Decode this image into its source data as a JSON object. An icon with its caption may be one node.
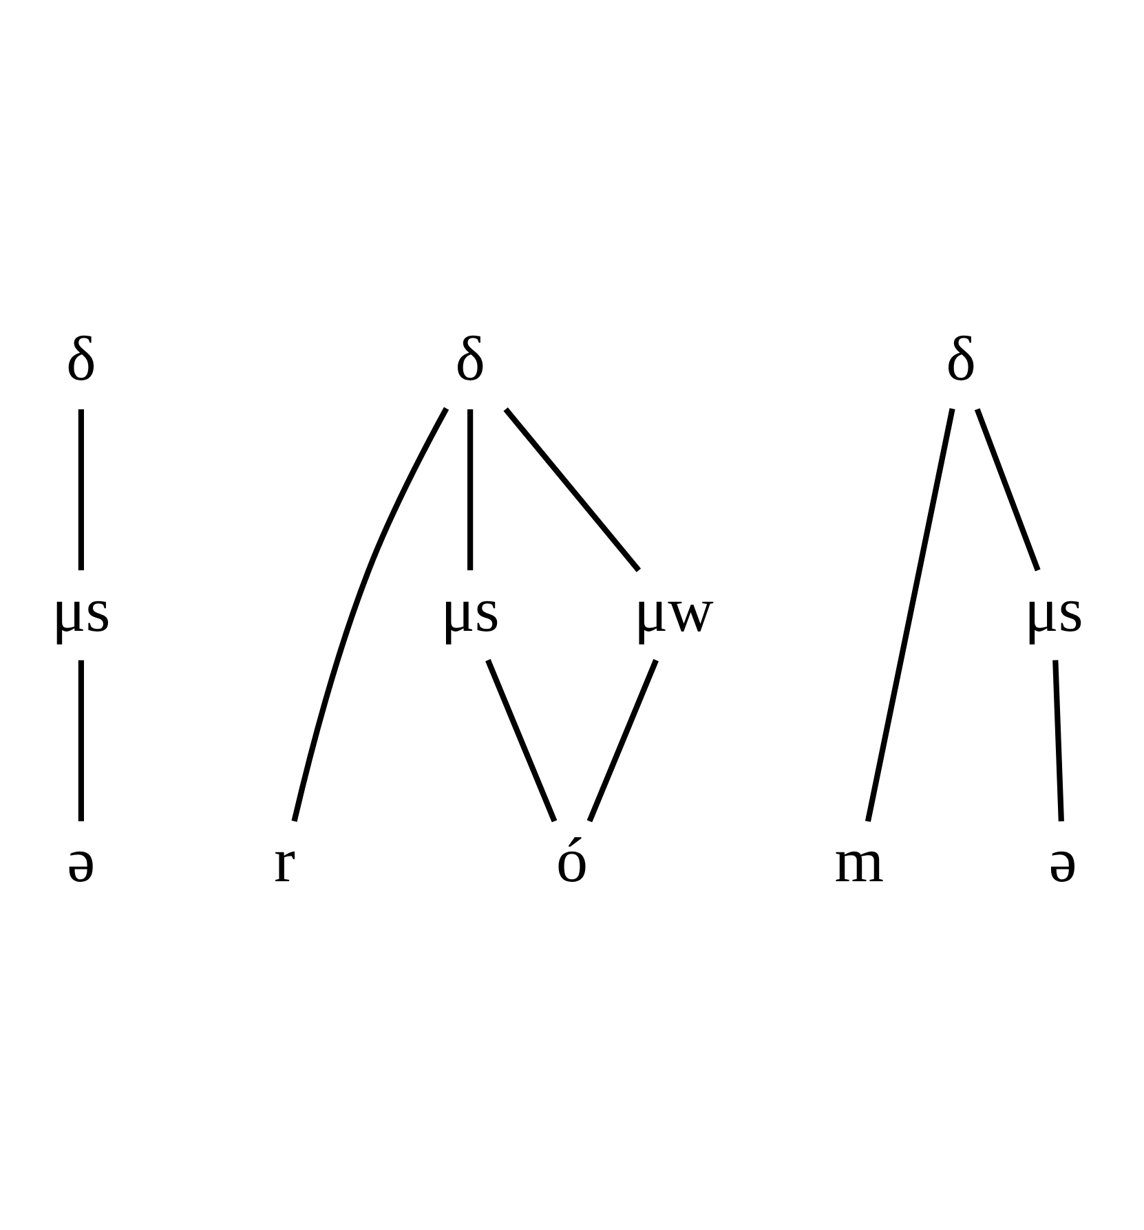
{
  "diagram": {
    "nodes": [
      {
        "text": [
          "δ"
        ]
      },
      {
        "text": [
          "δ"
        ]
      },
      {
        "text": [
          "δ"
        ]
      },
      {
        "text": [
          "μs"
        ]
      },
      {
        "text": [
          "μs"
        ]
      },
      {
        "text": [
          "μw"
        ]
      },
      {
        "text": [
          "μs"
        ]
      },
      {
        "text": [
          "ə"
        ]
      },
      {
        "text": [
          "r"
        ]
      },
      {
        "text": [
          "ó"
        ]
      },
      {
        "text": [
          "m"
        ]
      },
      {
        "text": [
          "ə"
        ]
      }
    ],
    "edges": [
      {
        "from": 0,
        "to": 3,
        "arrow": "none"
      },
      {
        "from": 3,
        "to": 7,
        "arrow": "none"
      },
      {
        "from": 1,
        "to": 8,
        "arrow": "none"
      },
      {
        "from": 1,
        "to": 4,
        "arrow": "none"
      },
      {
        "from": 1,
        "to": 5,
        "arrow": "none"
      },
      {
        "from": 4,
        "to": 9,
        "arrow": "none"
      },
      {
        "from": 5,
        "to": 9,
        "arrow": "none"
      },
      {
        "from": 2,
        "to": 10,
        "arrow": "none"
      },
      {
        "from": 2,
        "to": 6,
        "arrow": "none"
      },
      {
        "from": 6,
        "to": 11,
        "arrow": "none"
      }
    ]
  }
}
